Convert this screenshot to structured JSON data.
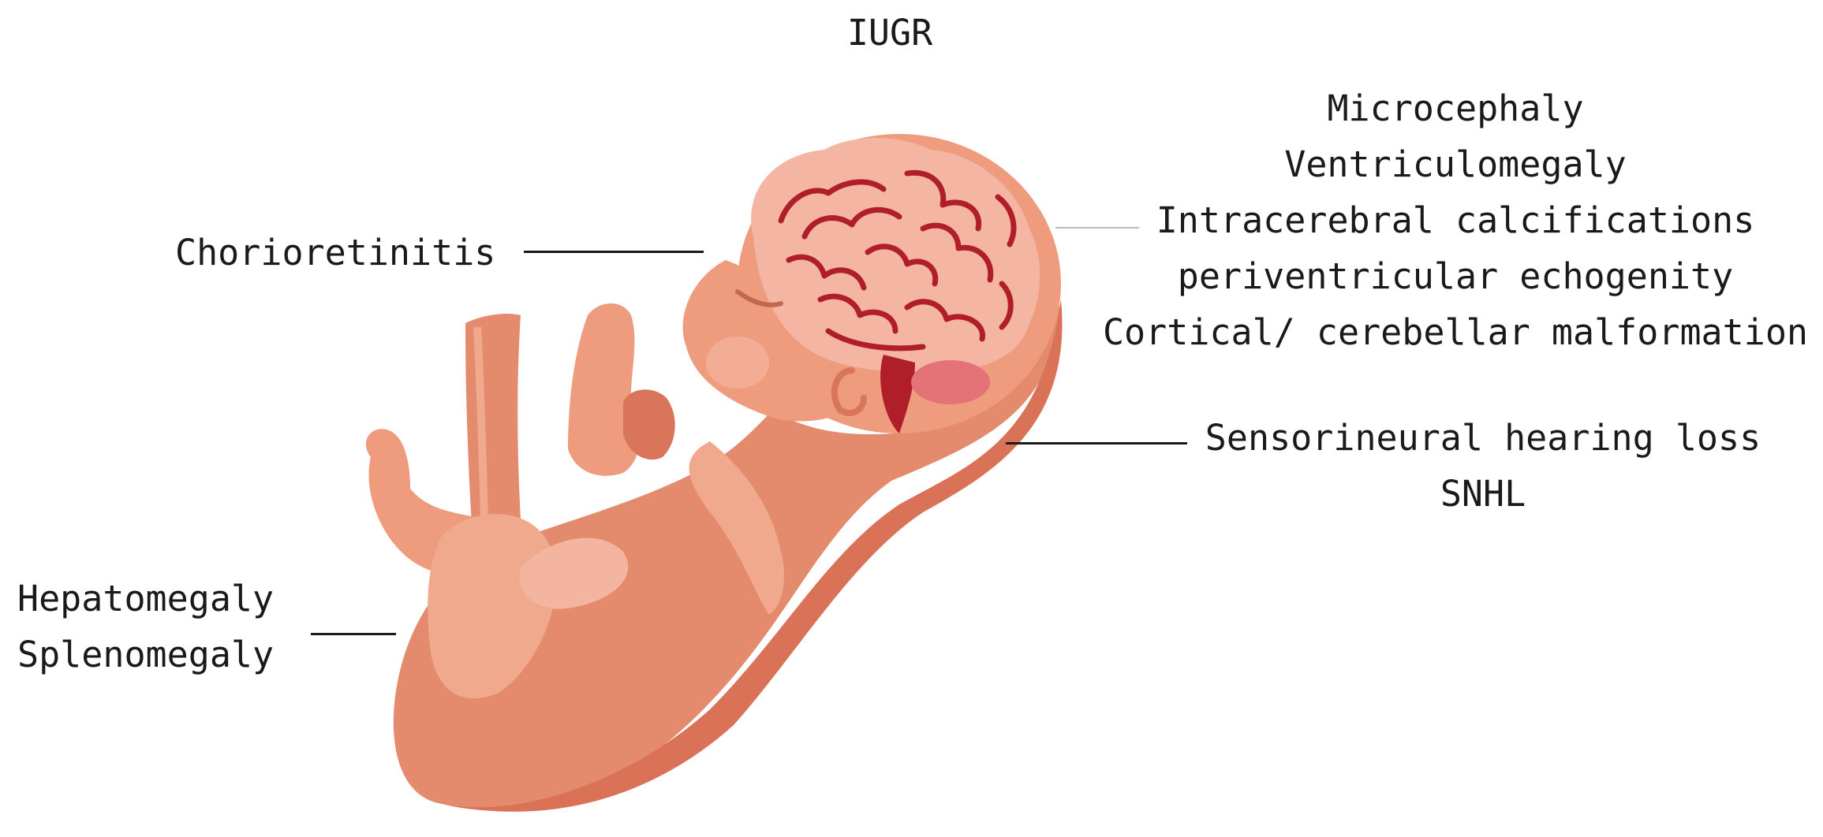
{
  "title": "IUGR",
  "labels": {
    "brain": {
      "items": [
        "Microcephaly",
        "Ventriculomegaly",
        "Intracerebral calcifications",
        "periventricular echogenity",
        "Cortical/ cerebellar malformation"
      ]
    },
    "eye": "Chorioretinitis",
    "hearing": {
      "line1": "Sensorineural hearing loss",
      "line2": "SNHL"
    },
    "abdomen": {
      "line1": "Hepatomegaly",
      "line2": "Splenomegaly"
    }
  },
  "colors": {
    "skin": "#e89274",
    "skin_light": "#f0a98d",
    "skin_dark": "#d9755b",
    "brain": "#f4b6a2",
    "brain_lines": "#b01e2a",
    "leader_line": "#1a1a1a"
  }
}
